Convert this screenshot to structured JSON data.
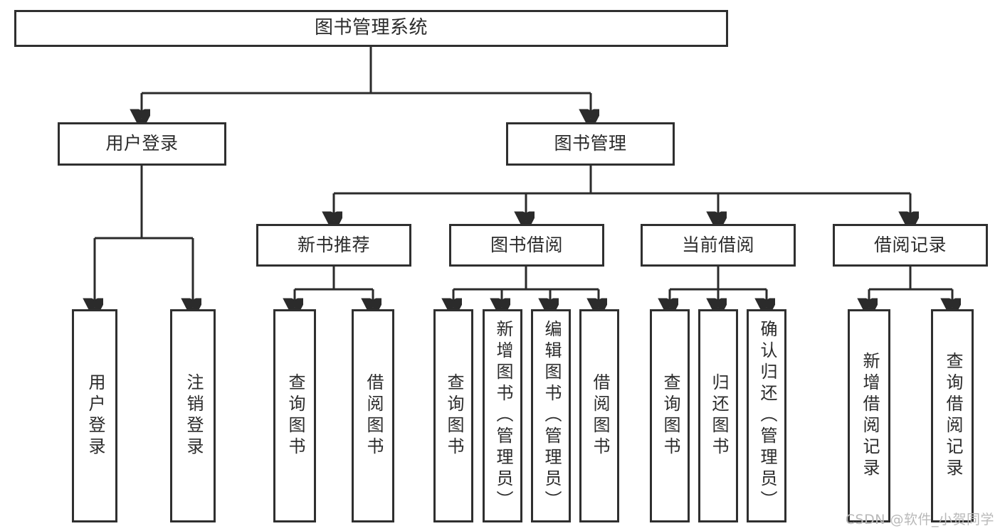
{
  "diagram": {
    "title": "图书管理系统",
    "type": "tree-hierarchy",
    "colors": {
      "box_border": "#2f2f2f",
      "connector": "#2b2b2b",
      "background": "#ffffff",
      "watermark": "#b9b9b9"
    },
    "watermark": "CSDN @软件_小贺同学"
  },
  "nodes": {
    "root": {
      "label": "图书管理系统"
    },
    "level2": [
      {
        "label": "用户登录"
      },
      {
        "label": "图书管理"
      }
    ],
    "level3": [
      {
        "label": "新书推荐"
      },
      {
        "label": "图书借阅"
      },
      {
        "label": "当前借阅"
      },
      {
        "label": "借阅记录"
      }
    ],
    "leaves": {
      "user_login": [
        {
          "label": "用户登录"
        },
        {
          "label": "注销登录"
        }
      ],
      "new_book_recommend": [
        {
          "label": "查询图书"
        },
        {
          "label": "借阅图书"
        }
      ],
      "book_borrow": [
        {
          "label": "查询图书"
        },
        {
          "label": "新增图书（管理员）"
        },
        {
          "label": "编辑图书（管理员）"
        },
        {
          "label": "借阅图书"
        }
      ],
      "current_borrow": [
        {
          "label": "查询图书"
        },
        {
          "label": "归还图书"
        },
        {
          "label": "确认归还（管理员）"
        }
      ],
      "borrow_record": [
        {
          "label": "新增借阅记录"
        },
        {
          "label": "查询借阅记录"
        }
      ]
    }
  }
}
